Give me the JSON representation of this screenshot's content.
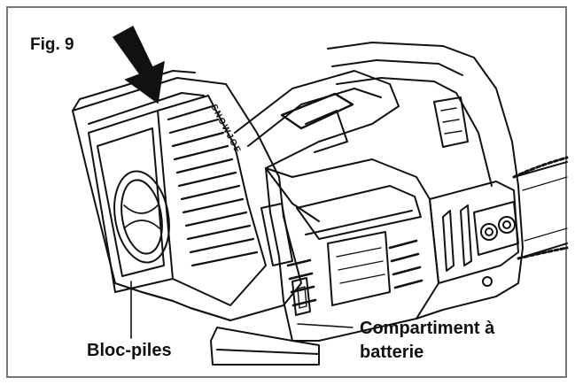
{
  "figure": {
    "label": "Fig. 9",
    "callouts": {
      "battery_pack": "Bloc-piles",
      "compartment_line1": "Compartiment à",
      "compartment_line2": "batterie"
    },
    "brand_mark": "SNOWJOE",
    "colors": {
      "ink": "#111111",
      "frame": "#777777",
      "background": "#ffffff"
    },
    "icons": [
      "insert-arrow-icon"
    ]
  }
}
